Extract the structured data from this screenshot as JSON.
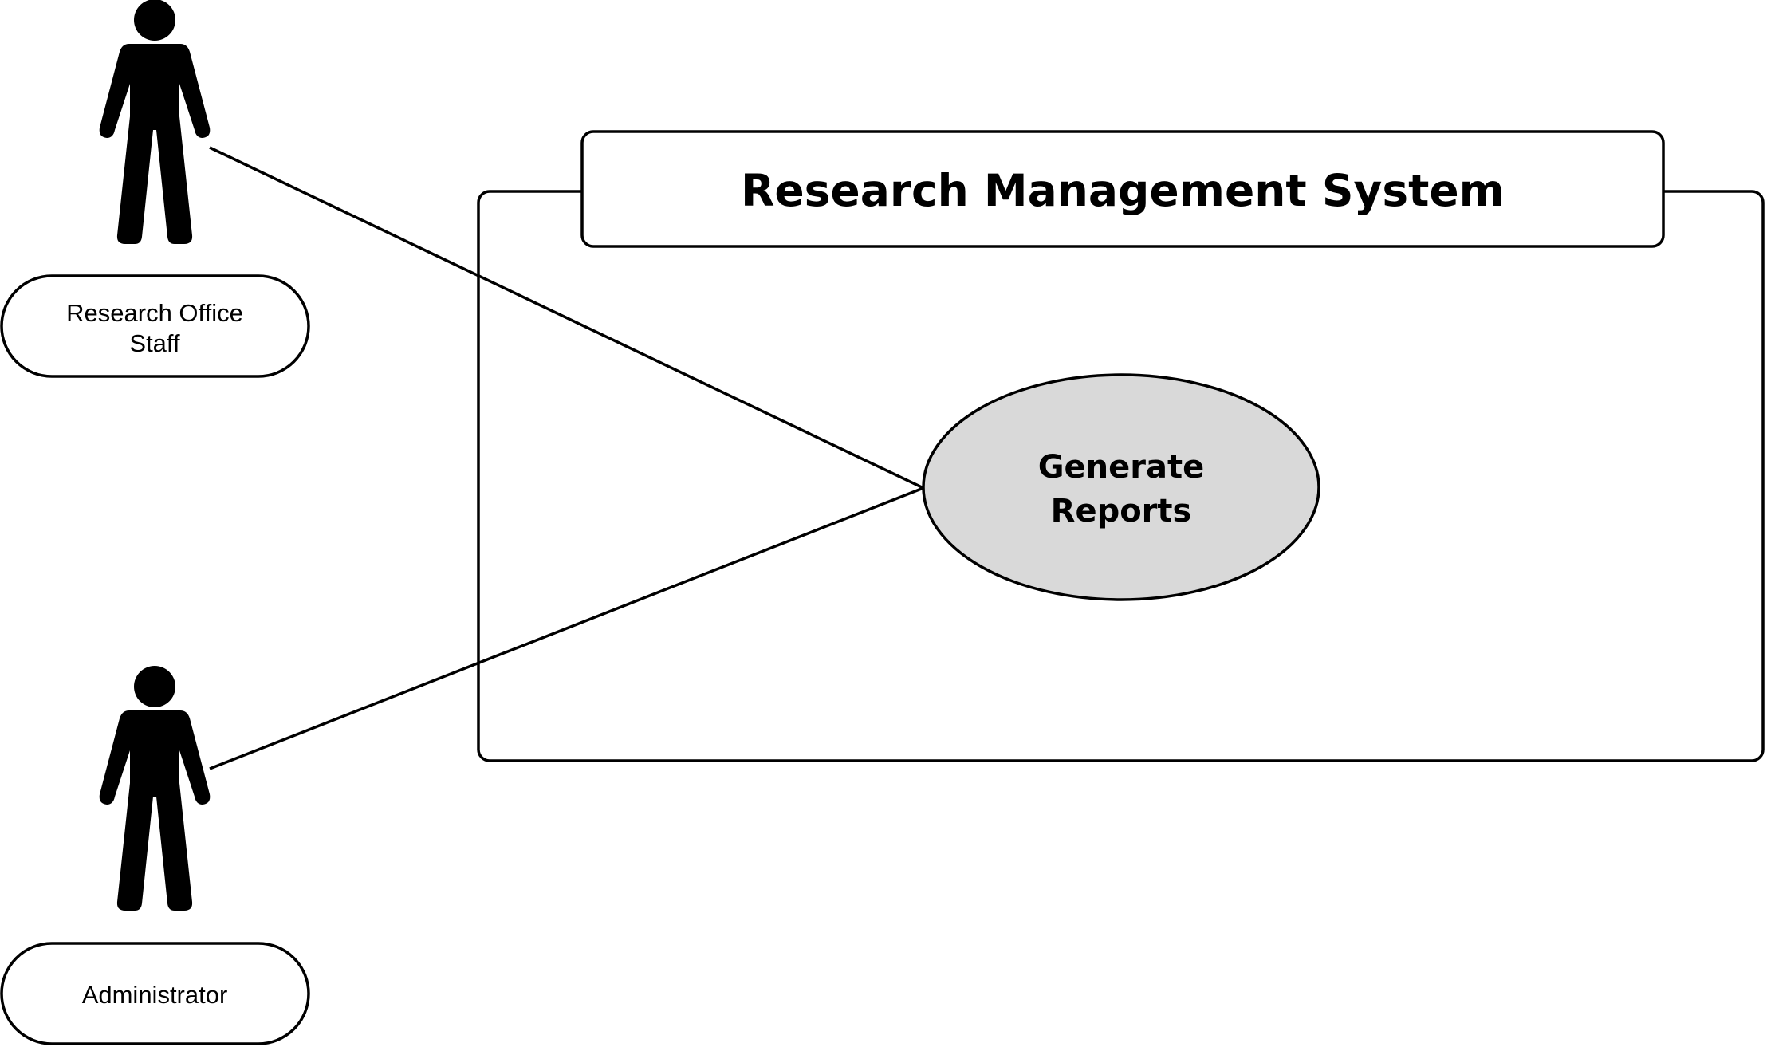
{
  "system": {
    "title": "Research Management System"
  },
  "actors": [
    {
      "name_line1": "Research Office",
      "name_line2": "Staff"
    },
    {
      "name_line1": "Administrator"
    }
  ],
  "use_cases": [
    {
      "label_line1": "Generate",
      "label_line2": "Reports"
    }
  ],
  "colors": {
    "stroke": "#000000",
    "usecase_fill": "#d9d9d9",
    "background": "#ffffff"
  },
  "icons": {
    "actor": "person-icon"
  }
}
